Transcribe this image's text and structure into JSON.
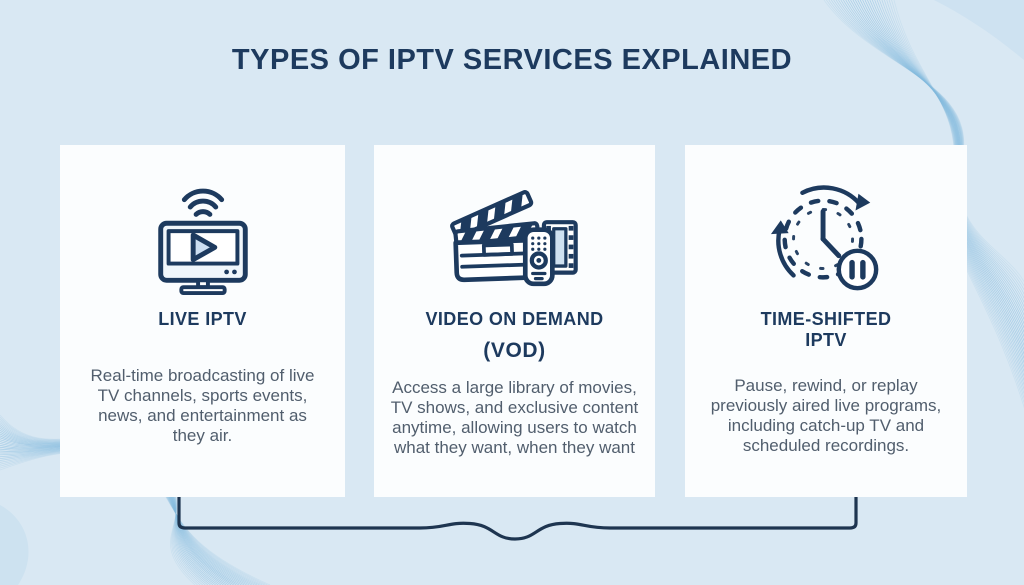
{
  "title": "TYPES OF IPTV SERVICES EXPLAINED",
  "cards": [
    {
      "icon": "live-tv-icon",
      "heading": "LIVE IPTV",
      "description": "Real-time broadcasting of live TV channels, sports events, news, and entertainment as they air."
    },
    {
      "icon": "vod-icon",
      "heading": "VIDEO ON DEMAND",
      "subheading": "(VOD)",
      "description": "Access a large library of movies, TV shows, and exclusive content anytime, allowing users to watch what they want, when they want"
    },
    {
      "icon": "time-shifted-icon",
      "heading": "TIME-SHIFTED IPTV",
      "description": "Pause, rewind, or replay previously aired live programs, including catch-up TV and scheduled recordings."
    }
  ],
  "colors": {
    "background": "#d9e8f3",
    "card_background": "#fbfdfe",
    "heading_navy": "#1d3a5e",
    "body_text": "#515e6d",
    "icon_stroke": "#1d3a5e",
    "icon_light_fill": "#cfe1f1",
    "bracket": "#1e3550",
    "wave": "#85bbde",
    "wave_corner_fill": "#c4ddef"
  }
}
